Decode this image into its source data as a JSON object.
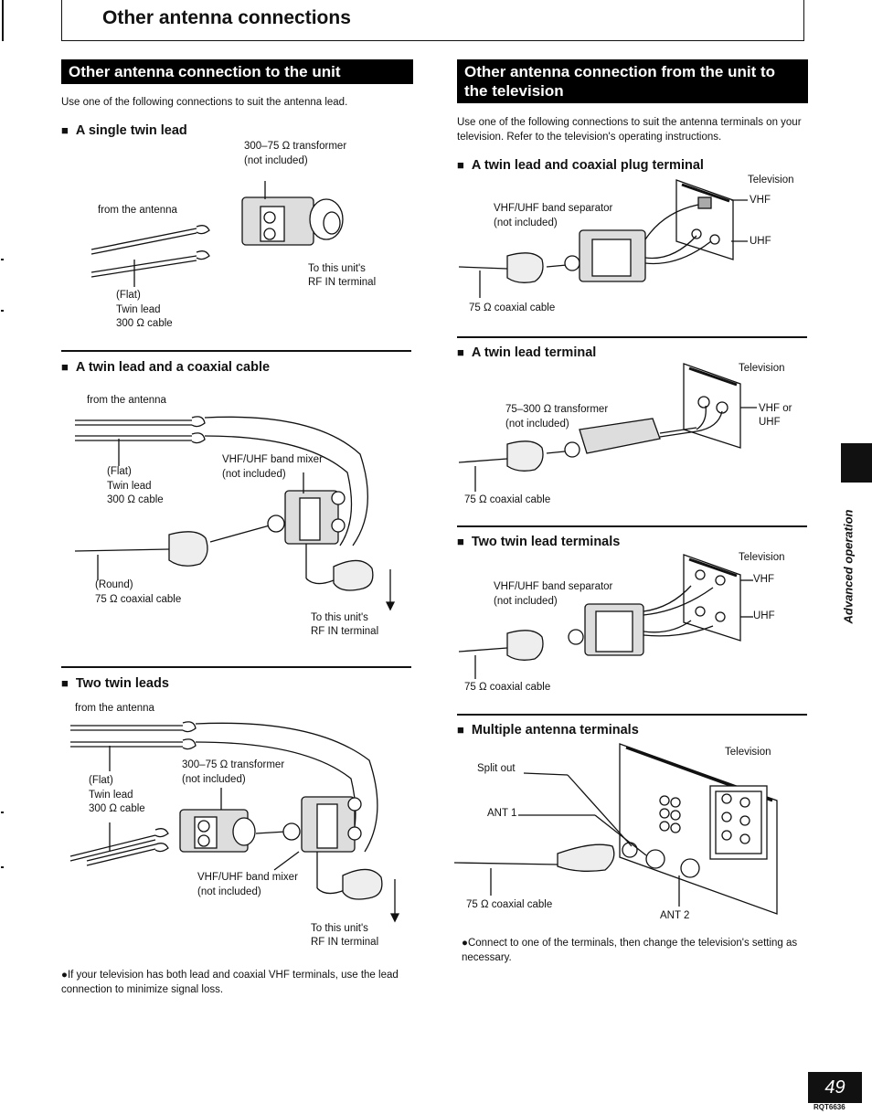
{
  "page": {
    "title": "Other antenna connections",
    "side_tab": "Advanced operation",
    "page_number": "49",
    "doc_code": "RQT6636"
  },
  "left": {
    "header": "Other antenna connection to the unit",
    "intro": "Use one of the following connections to suit the antenna lead.",
    "single": {
      "heading": "A single twin lead",
      "transformer": "300–75 Ω transformer",
      "not_included": "(not included)",
      "from_antenna": "from the antenna",
      "to_unit_1": "To this unit's",
      "to_unit_2": "RF IN terminal",
      "flat": "(Flat)",
      "twin_lead": "Twin lead",
      "cable": "300 Ω cable"
    },
    "twin_coax": {
      "heading": "A twin lead and a coaxial cable",
      "from_antenna": "from the antenna",
      "flat": "(Flat)",
      "twin_lead": "Twin lead",
      "cable300": "300 Ω cable",
      "mixer": "VHF/UHF band mixer",
      "not_included": "(not included)",
      "round": "(Round)",
      "coax": "75 Ω coaxial cable",
      "to_unit_1": "To this unit's",
      "to_unit_2": "RF IN terminal"
    },
    "two_twin": {
      "heading": "Two twin leads",
      "from_antenna": "from the antenna",
      "flat": "(Flat)",
      "twin_lead": "Twin lead",
      "cable300": "300 Ω cable",
      "transformer": "300–75 Ω transformer",
      "not_included": "(not included)",
      "mixer": "VHF/UHF band mixer",
      "not_included2": "(not included)",
      "to_unit_1": "To this unit's",
      "to_unit_2": "RF IN terminal"
    },
    "note": "●If your television has both lead and coaxial VHF terminals, use the lead connection to minimize signal loss."
  },
  "right": {
    "header": "Other antenna connection from the unit to the television",
    "intro": "Use one of the following connections to suit the antenna terminals on your television. Refer to the television's operating instructions.",
    "plug": {
      "heading": "A twin lead and coaxial plug terminal",
      "television": "Television",
      "separator": "VHF/UHF band separator",
      "not_included": "(not included)",
      "vhf": "VHF",
      "uhf": "UHF",
      "coax": "75 Ω coaxial cable"
    },
    "twin_term": {
      "heading": "A twin lead terminal",
      "television": "Television",
      "transformer": "75–300 Ω transformer",
      "not_included": "(not included)",
      "vhf_or": "VHF or",
      "uhf": "UHF",
      "coax": "75 Ω coaxial cable"
    },
    "two_term": {
      "heading": "Two twin lead terminals",
      "television": "Television",
      "separator": "VHF/UHF band separator",
      "not_included": "(not included)",
      "vhf": "VHF",
      "uhf": "UHF",
      "coax": "75 Ω coaxial cable"
    },
    "multi": {
      "heading": "Multiple antenna terminals",
      "television": "Television",
      "split_out": "Split out",
      "ant1": "ANT 1",
      "ant2": "ANT 2",
      "coax": "75 Ω coaxial cable"
    },
    "note": "●Connect to one of the terminals, then change the television's setting as necessary."
  }
}
